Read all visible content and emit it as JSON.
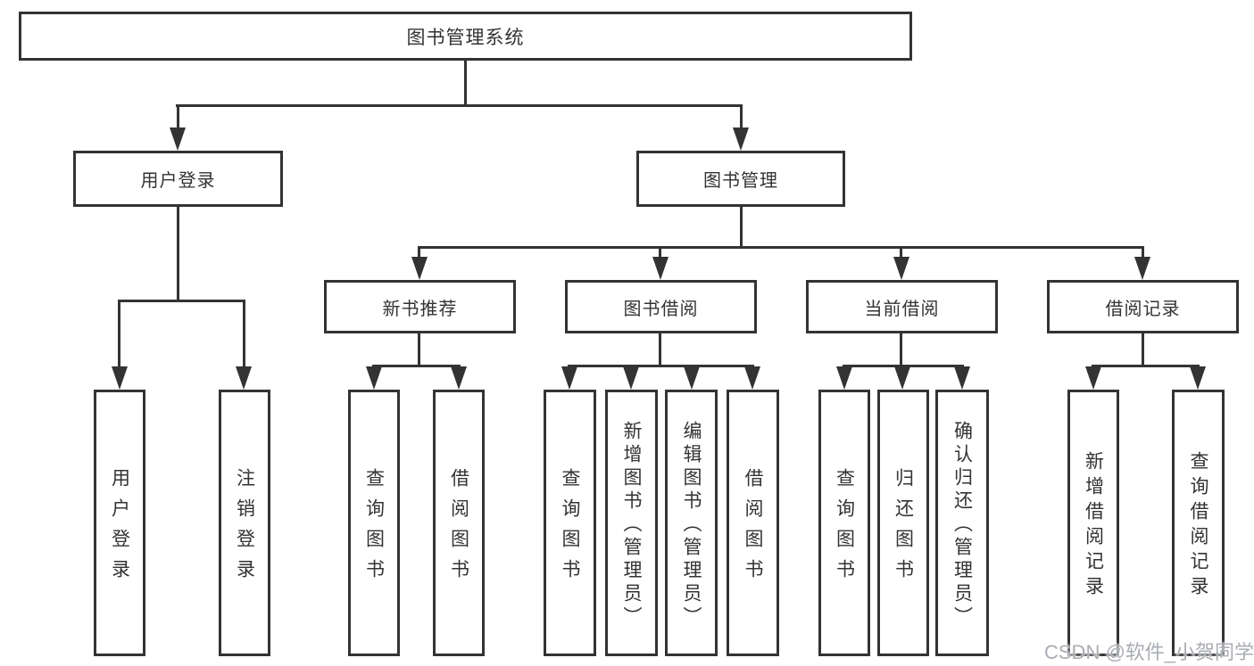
{
  "diagram": {
    "kind": "functional-structure-tree",
    "colors": {
      "line": "#333333",
      "text": "#333333",
      "background": "#ffffff",
      "watermark": "#a9adb3"
    }
  },
  "tree": {
    "root": {
      "label": "图书管理系统",
      "children": [
        {
          "label": "用户登录",
          "children": [
            {
              "label": "用户登录"
            },
            {
              "label": "注销登录"
            }
          ]
        },
        {
          "label": "图书管理",
          "children": [
            {
              "label": "新书推荐",
              "children": [
                {
                  "label": "查询图书"
                },
                {
                  "label": "借阅图书"
                }
              ]
            },
            {
              "label": "图书借阅",
              "children": [
                {
                  "label": "查询图书"
                },
                {
                  "label": "新增图书（管理员）"
                },
                {
                  "label": "编辑图书（管理员）"
                },
                {
                  "label": "借阅图书"
                }
              ]
            },
            {
              "label": "当前借阅",
              "children": [
                {
                  "label": "查询图书"
                },
                {
                  "label": "归还图书"
                },
                {
                  "label": "确认归还（管理员）"
                }
              ]
            },
            {
              "label": "借阅记录",
              "children": [
                {
                  "label": "新增借阅记录"
                },
                {
                  "label": "查询借阅记录"
                }
              ]
            }
          ]
        }
      ]
    }
  },
  "watermark": {
    "text": "CSDN @软件_小贺同学"
  }
}
